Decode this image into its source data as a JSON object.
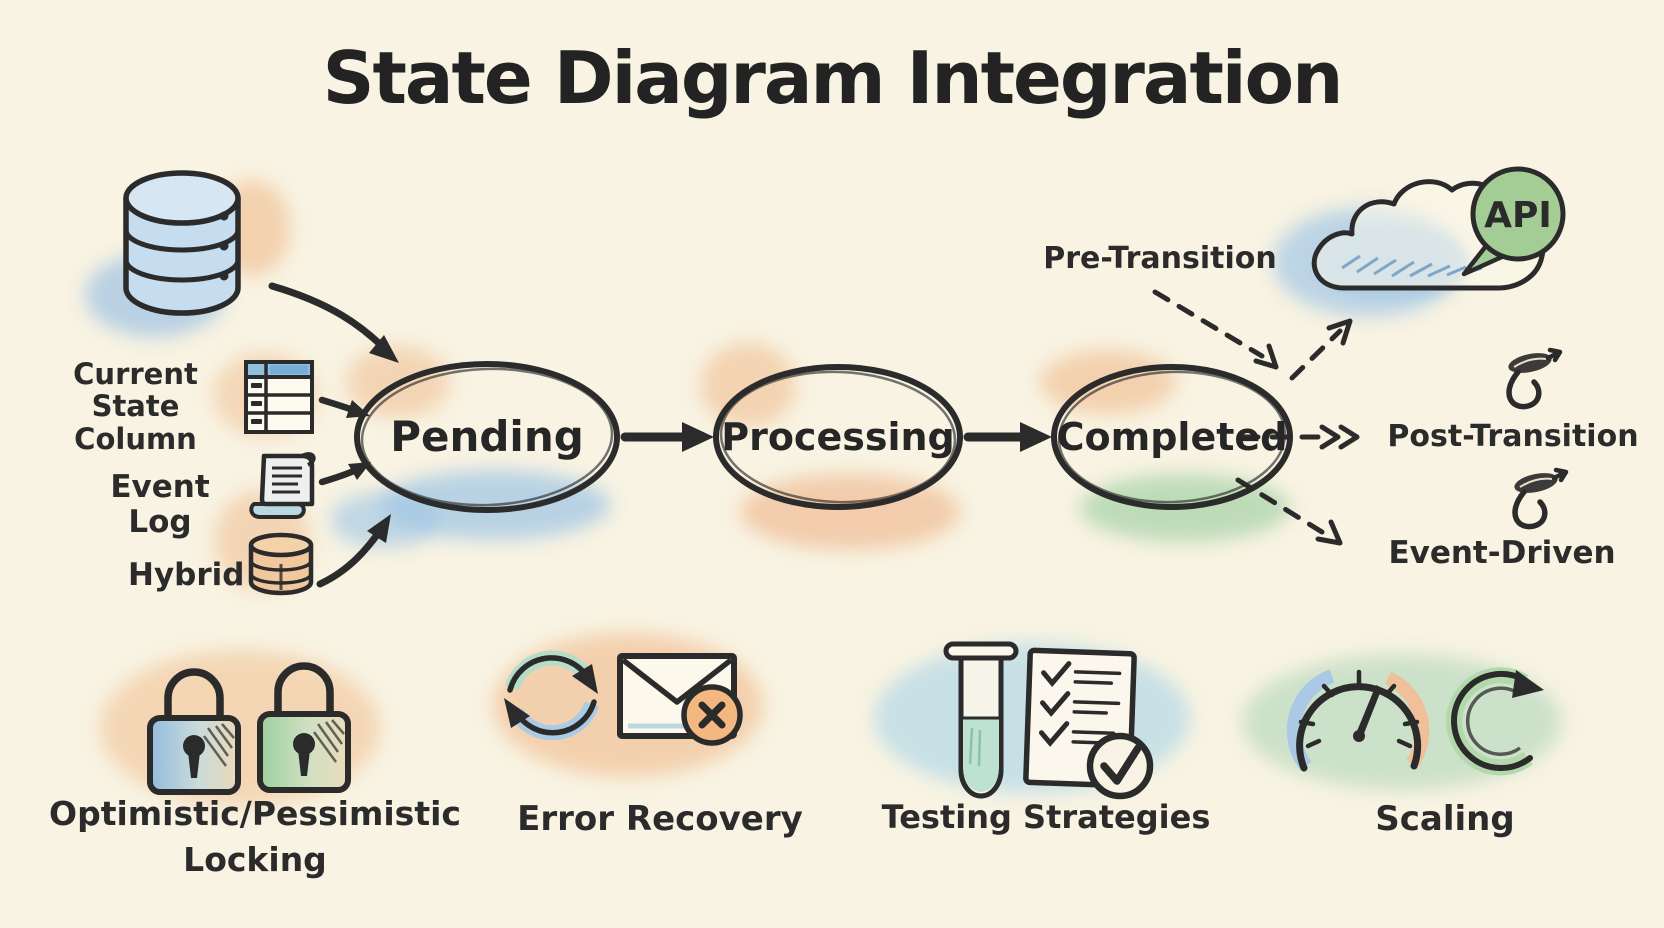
{
  "title": "State Diagram Integration",
  "states": {
    "pending": "Pending",
    "processing": "Processing",
    "completed": "Completed"
  },
  "sources": {
    "current_state_column": "Current State Column",
    "event_log": "Event Log",
    "hybrid": "Hybrid"
  },
  "transitions": {
    "pre": "Pre-Transition",
    "post": "Post-Transition",
    "event_driven": "Event-Driven",
    "api": "API"
  },
  "footer": {
    "locking_line1": "Optimistic/Pessimistic",
    "locking_line2": "Locking",
    "error_recovery": "Error Recovery",
    "testing": "Testing Strategies",
    "scaling": "Scaling"
  },
  "colors": {
    "background": "#f8f3e2",
    "ink": "#2b2b2b",
    "wash_blue": "#a4c8e6",
    "wash_orange": "#f2c9a2",
    "wash_green": "#abd4ab",
    "api_green": "#a3cd94",
    "badge_orange": "#f2b880"
  }
}
